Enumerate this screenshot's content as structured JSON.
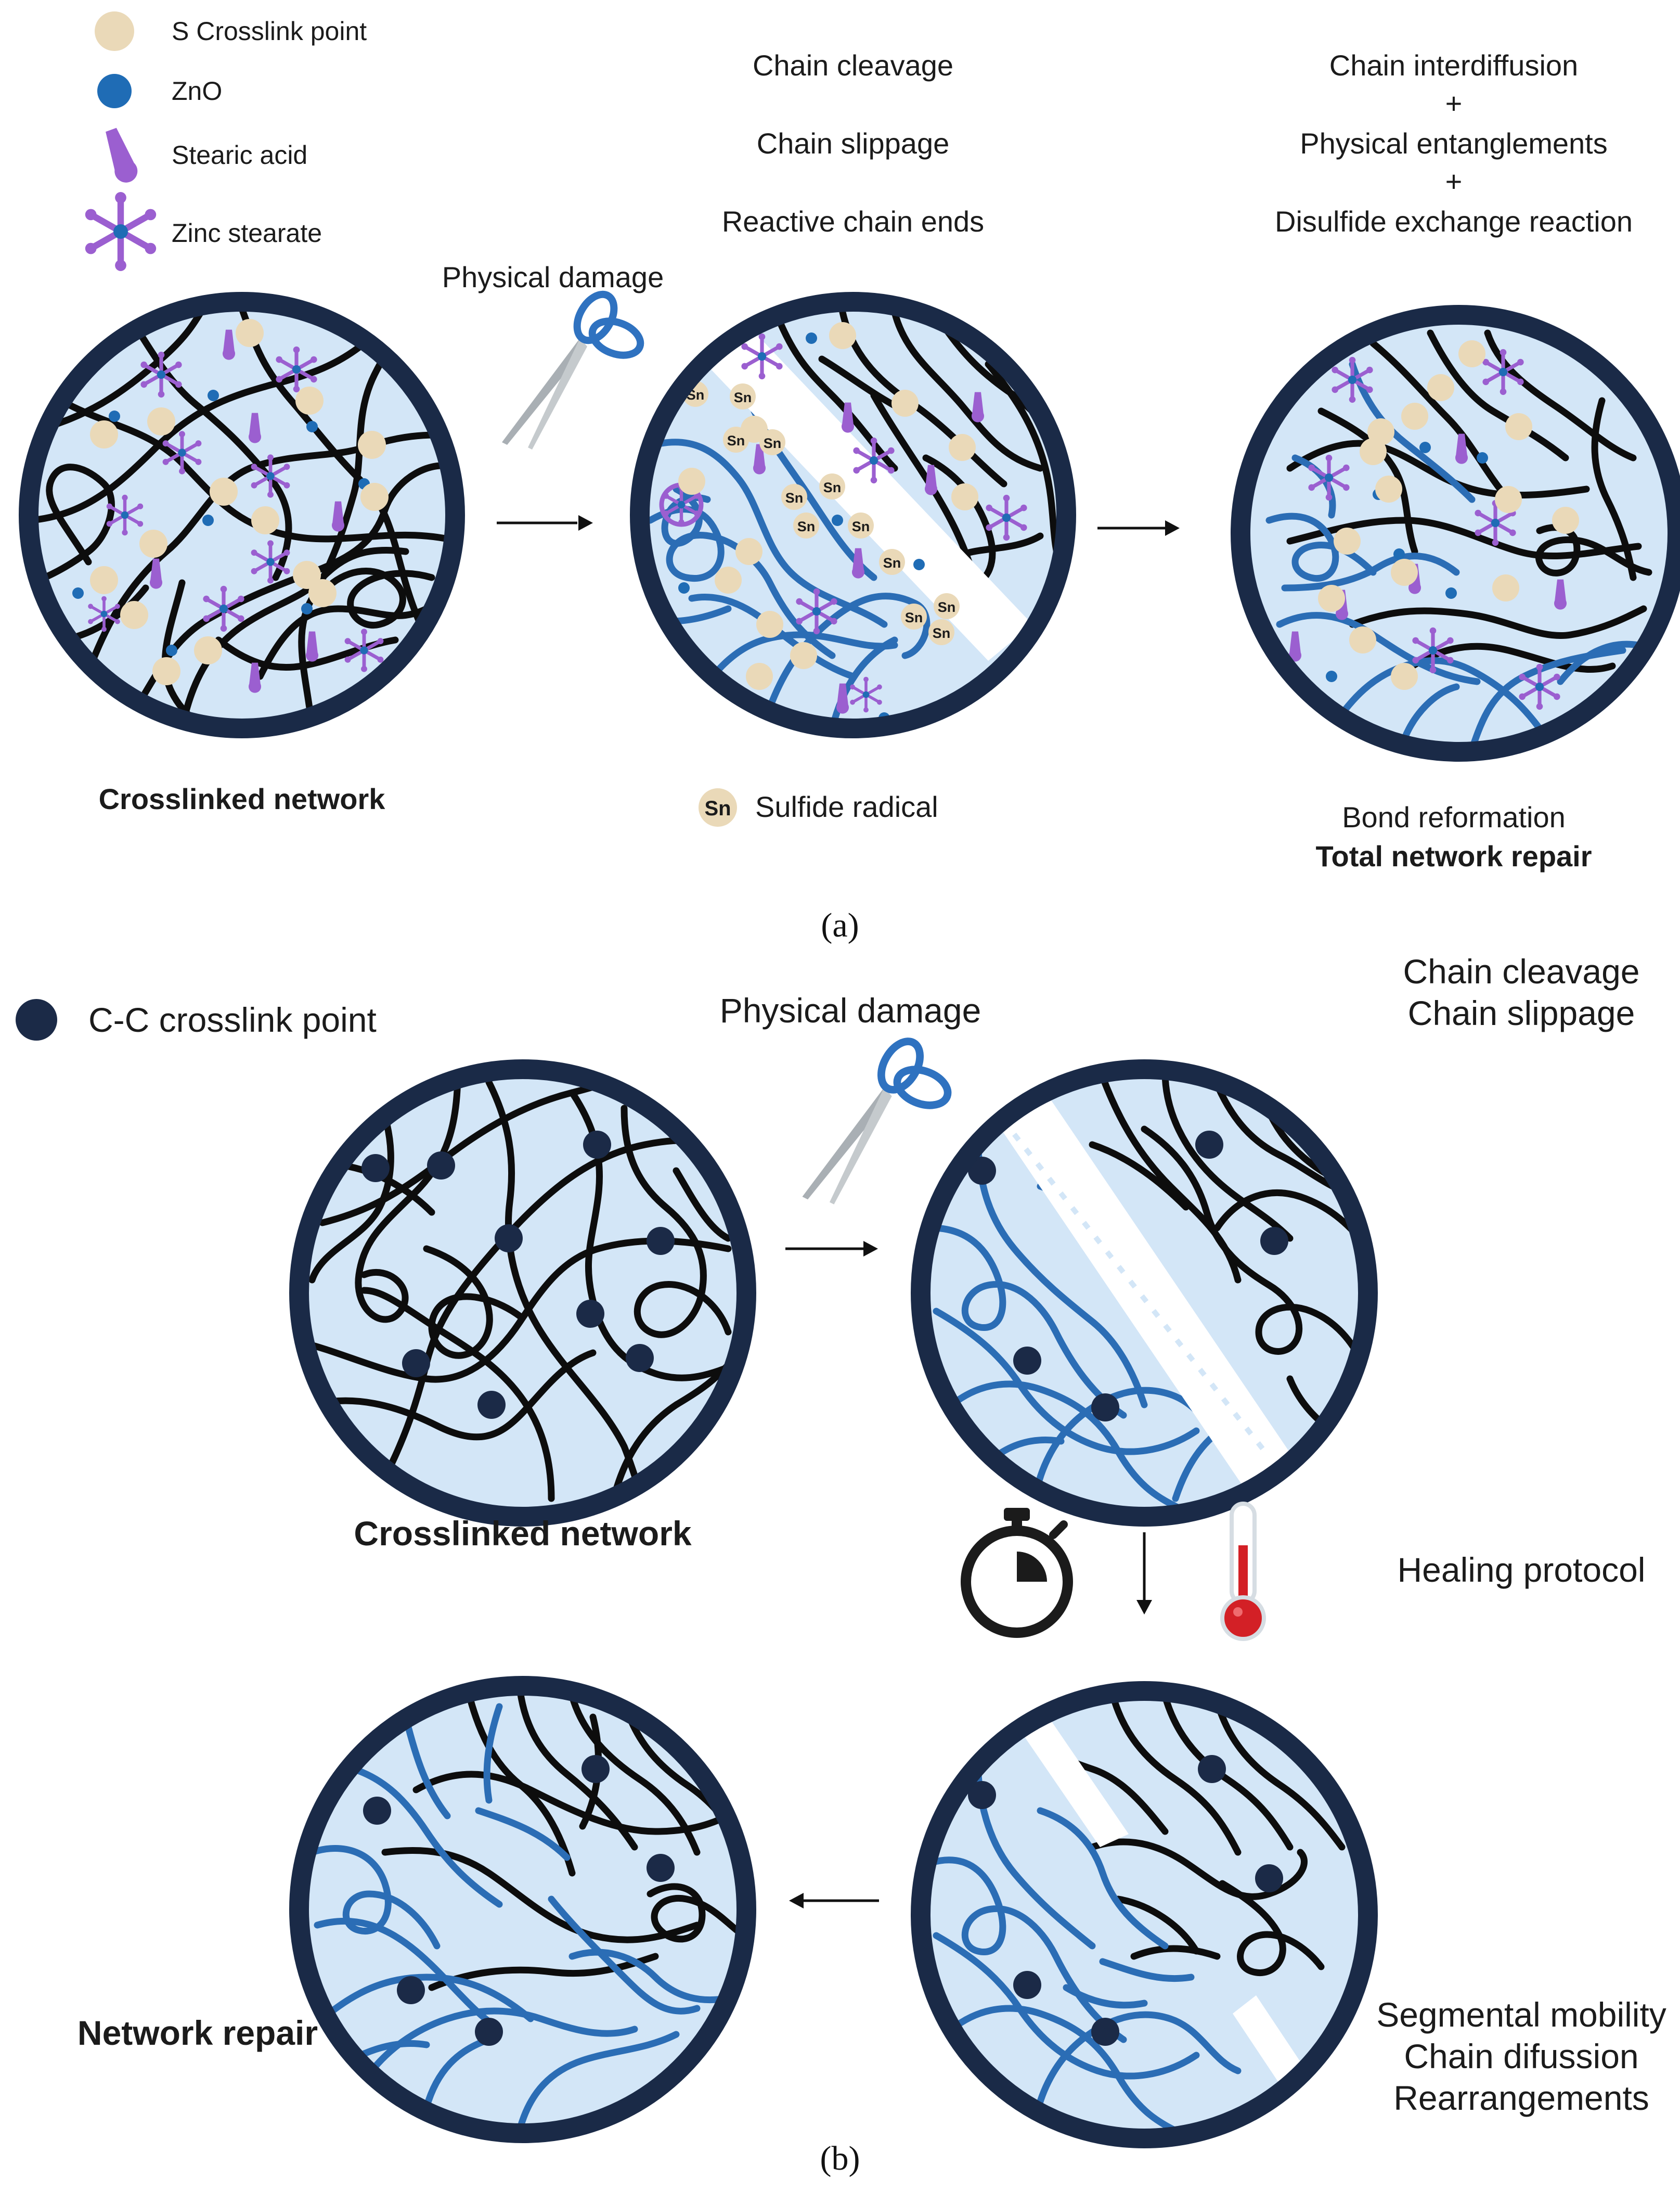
{
  "panel_a": {
    "legend": {
      "s_crosslink": "S Crosslink point",
      "zno": "ZnO",
      "stearic_acid": "Stearic acid",
      "zinc_stearate": "Zinc stearate"
    },
    "physical_damage": "Physical damage",
    "middle_lines": [
      "Chain cleavage",
      "Chain slippage",
      "Reactive chain ends"
    ],
    "right_lines": [
      "Chain interdiffusion",
      "+",
      "Physical entanglements",
      "+",
      "Disulfide exchange reaction"
    ],
    "left_caption": "Crosslinked network",
    "radical_symbol": "Sn",
    "radical_label": "Sulfide radical",
    "right_caption_1": "Bond reformation",
    "right_caption_2": "Total network repair",
    "panel_label": "(a)"
  },
  "panel_b": {
    "legend_cc": "C-C crosslink point",
    "physical_damage": "Physical damage",
    "top_right_1": "Chain cleavage",
    "top_right_2": "Chain slippage",
    "left_caption": "Crosslinked network",
    "healing": "Healing protocol",
    "network_repair": "Network repair",
    "bottom_right": [
      "Segmental mobility",
      "Chain difussion",
      "Rearrangements"
    ],
    "panel_label": "(b)"
  },
  "colors": {
    "circle_background": "#d3e6f7",
    "circle_border": "#1a2a47",
    "chain_black": "#0d0d0d",
    "chain_blue": "#2b6db5",
    "sulfur_crosslink": "#ead9b8",
    "cc_crosslink": "#1b2a47",
    "zno": "#1f6cb5",
    "zinc_stearate": "#9b5fd0",
    "thermometer_red": "#d32026"
  },
  "icons": [
    "scissors-icon",
    "stopwatch-icon",
    "thermometer-icon"
  ]
}
